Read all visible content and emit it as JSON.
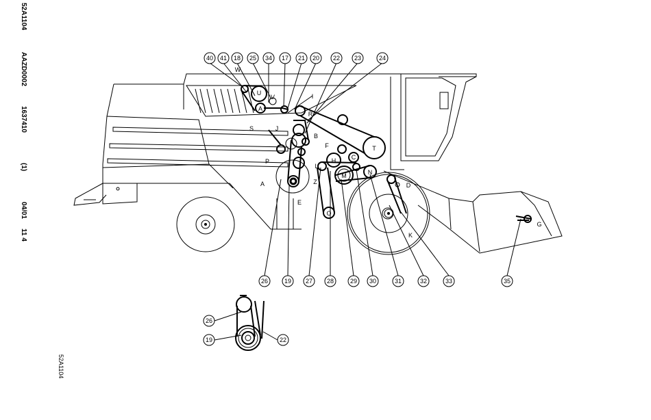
{
  "margin_labels": {
    "doc_code": "52A1104",
    "section_code": "AAZD0002",
    "part_number": "1637410",
    "revision": "(1)",
    "date": "04/01",
    "page": "11 4",
    "footer_code": "52A1104"
  },
  "callouts_top": [
    "40",
    "41",
    "18",
    "25",
    "34",
    "17",
    "21",
    "20",
    "22",
    "23",
    "24"
  ],
  "callouts_bottom": [
    "26",
    "19",
    "27",
    "28",
    "29",
    "30",
    "31",
    "32",
    "33",
    "35"
  ],
  "callouts_detail": [
    "26",
    "19",
    "22"
  ],
  "letters": [
    "W",
    "U",
    "A",
    "V",
    "I",
    "R",
    "S",
    "J",
    "B",
    "F",
    "T",
    "P",
    "H",
    "C",
    "L",
    "A",
    "Z",
    "E",
    "M",
    "N",
    "D",
    "K",
    "O",
    "G"
  ]
}
